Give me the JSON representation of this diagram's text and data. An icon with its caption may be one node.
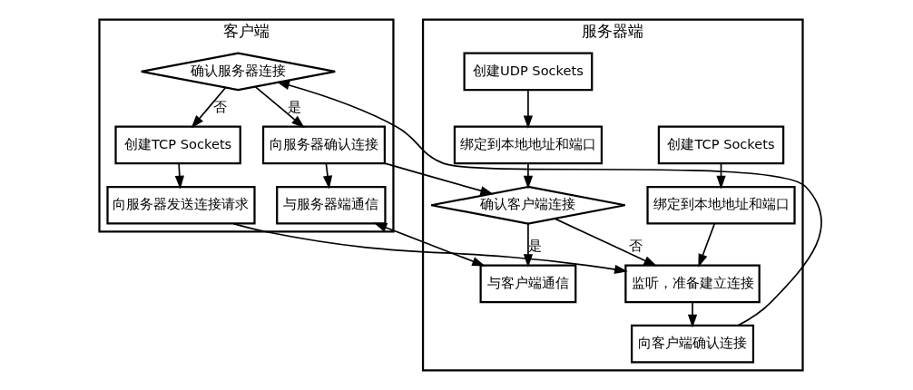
{
  "diagram": {
    "nodes": [
      {
        "text": [
          "服务器端"
        ]
      },
      {
        "text": [
          "创建TCP Sockets"
        ],
        "in": 0
      },
      {
        "text": [
          "创建UDP Sockets"
        ],
        "in": 0
      },
      {
        "text": [
          "绑定到本地地址和端口"
        ],
        "in": 0
      },
      {
        "text": [
          "绑定到本地地址和端口"
        ],
        "in": 0
      },
      {
        "text": [
          "监听，准备建立连接"
        ],
        "in": 0
      },
      {
        "text": [
          "确认客户端连接"
        ],
        "in": 0
      },
      {
        "text": [
          "向客户端确认连接"
        ],
        "in": 0
      },
      {
        "text": [
          "与客户端通信"
        ],
        "in": 0
      },
      {
        "text": [
          "客户端"
        ]
      },
      {
        "text": [
          "创建TCP Sockets"
        ],
        "in": 9
      },
      {
        "text": [
          "向服务器发送连接请求"
        ],
        "in": 9
      },
      {
        "text": [
          "确认服务器连接"
        ],
        "in": 9
      },
      {
        "text": [
          "向服务器确认连接"
        ],
        "in": 9
      },
      {
        "text": [
          "与服务器端通信"
        ],
        "in": 9
      }
    ],
    "edges": [
      {
        "from": 1,
        "to": 3,
        "arrow": "to"
      },
      {
        "from": 2,
        "to": 4,
        "arrow": "to"
      },
      {
        "from": 3,
        "to": 5,
        "arrow": "to"
      },
      {
        "from": 4,
        "to": 6,
        "arrow": "to"
      },
      {
        "from": 6,
        "to": 5,
        "arrow": "to",
        "label": "否"
      },
      {
        "from": 5,
        "to": 7,
        "arrow": "to"
      },
      {
        "from": 6,
        "to": 8,
        "arrow": "to",
        "label": "是"
      },
      {
        "from": 10,
        "to": 11,
        "arrow": "to"
      },
      {
        "from": 11,
        "to": 5,
        "arrow": "to"
      },
      {
        "from": 12,
        "to": 10,
        "arrow": "to",
        "label": "否"
      },
      {
        "from": 12,
        "to": 13,
        "arrow": "to",
        "label": "是"
      },
      {
        "from": 13,
        "to": 6,
        "arrow": "to"
      },
      {
        "from": 13,
        "to": 14,
        "arrow": "to"
      },
      {
        "from": 8,
        "to": 14,
        "arrow": "both"
      },
      {
        "from": 7,
        "to": 12,
        "arrow": "to"
      }
    ]
  }
}
